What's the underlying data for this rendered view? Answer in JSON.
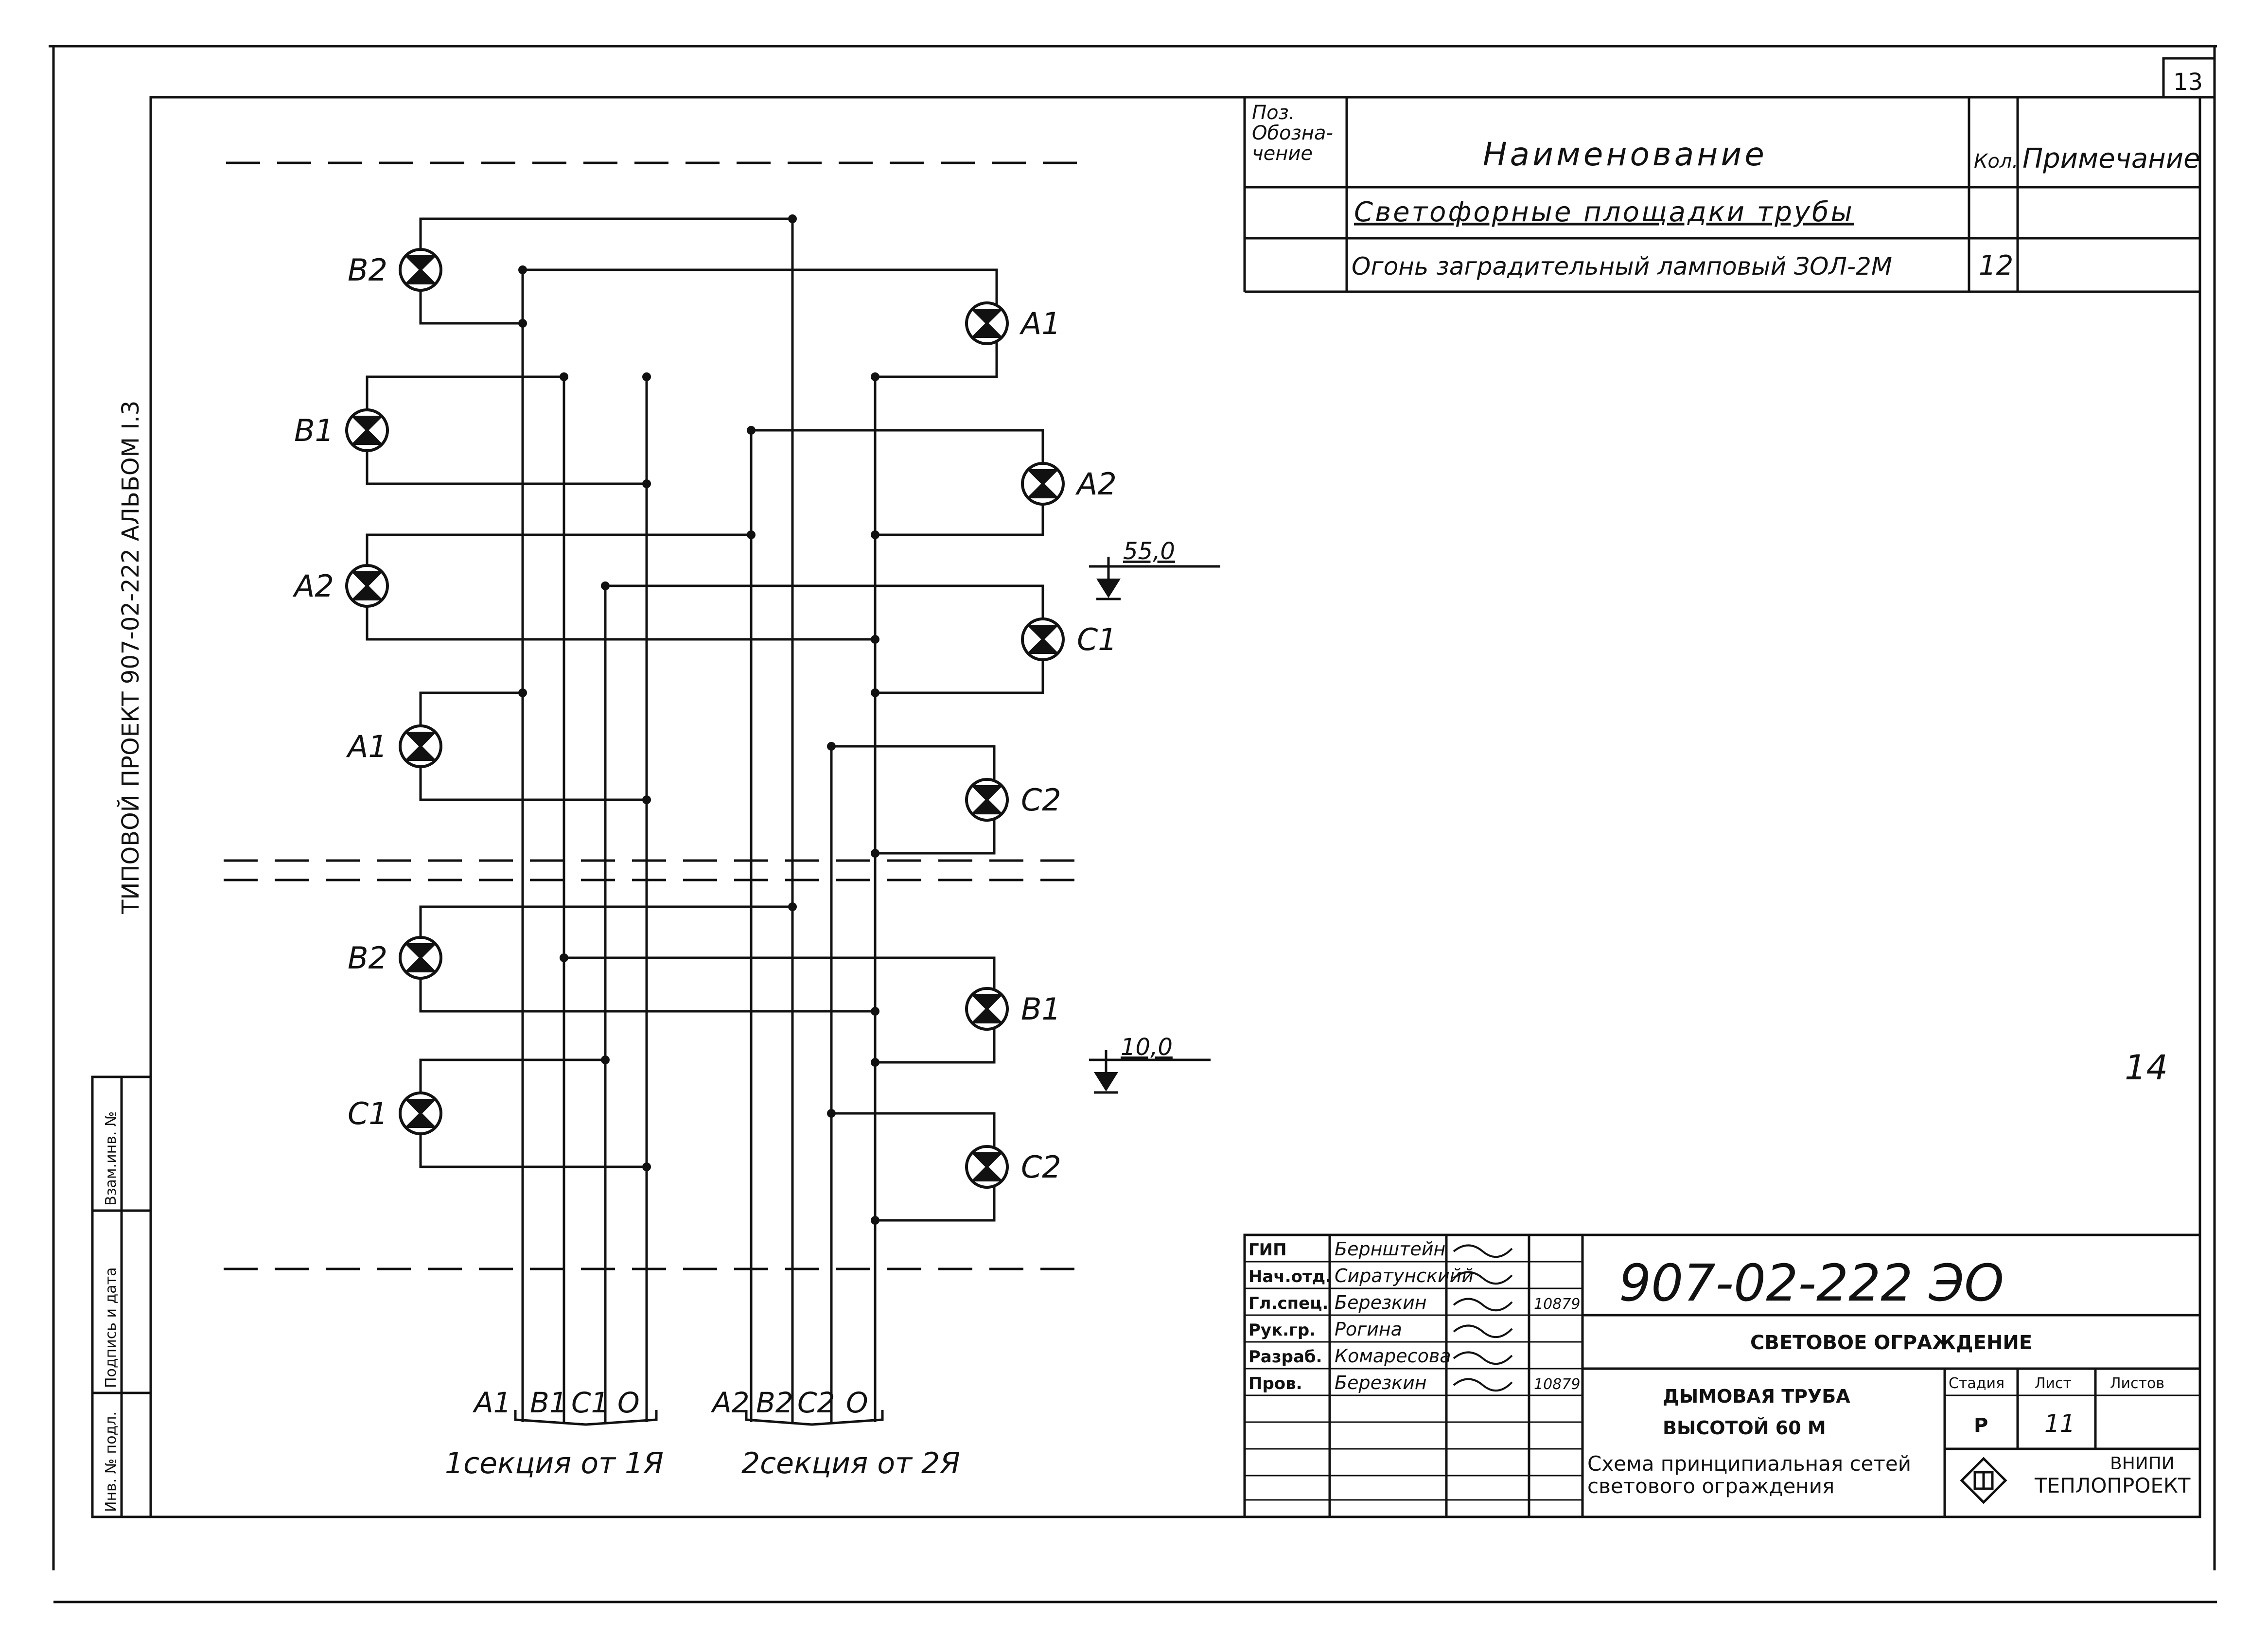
{
  "sheet": {
    "page_number": "13",
    "margin_mark": "14",
    "side_title": "ТИПОВОЙ ПРОЕКТ 907-02-222 АЛЬБОМ I.3",
    "side_stamp": [
      "Инв. № подл.",
      "Подпись и дата",
      "Взам.инв. №"
    ]
  },
  "spec_table": {
    "headers": {
      "pos": "Поз. Обозна- чение",
      "name": "Наименование",
      "qty": "Кол.",
      "note": "Примечание"
    },
    "rows": [
      {
        "name": "Светофорные площадки трубы",
        "qty": ""
      },
      {
        "name": "Огонь заградительный ламповый ЗОЛ-2М",
        "qty": "12"
      }
    ]
  },
  "diagram": {
    "lamps": [
      {
        "label": "B2"
      },
      {
        "label": "A1"
      },
      {
        "label": "B1"
      },
      {
        "label": "A2"
      },
      {
        "label": "A2"
      },
      {
        "label": "C1"
      },
      {
        "label": "A1"
      },
      {
        "label": "C2"
      },
      {
        "label": "B2"
      },
      {
        "label": "B1"
      },
      {
        "label": "C1"
      },
      {
        "label": "C2"
      }
    ],
    "levels": [
      "55,0",
      "10,0"
    ],
    "bus1_labels": [
      "A1",
      "B1",
      "C1",
      "O"
    ],
    "bus2_labels": [
      "A2",
      "B2",
      "C2",
      "O"
    ],
    "section1": "1секция от 1Я",
    "section2": "2секция от 2Я"
  },
  "title_block": {
    "roles": [
      "ГИП",
      "Нач.отд.",
      "Гл.спец.",
      "Рук.гр.",
      "Разраб.",
      "Пров."
    ],
    "names": [
      "Бернштейн",
      "Сиратунскийй",
      "Березкин",
      "Рогина",
      "Комаресова",
      "Березкин"
    ],
    "dates": [
      "",
      "",
      "10879",
      "",
      "",
      "10879"
    ],
    "doc_code": "907-02-222 ЭО",
    "title": "СВЕТОВОЕ ОГРАЖДЕНИЕ",
    "object_line1": "ДЫМОВАЯ ТРУБА",
    "object_line2": "ВЫСОТОЙ 60 М",
    "stage_header": "Стадия",
    "sheet_header": "Лист",
    "sheets_header": "Листов",
    "stage": "Р",
    "sheet_no": "11",
    "sheets_total": "",
    "description": "Схема принципиальная сетей светового ограждения",
    "org_line1": "ВНИПИ",
    "org_line2": "ТЕПЛОПРОЕКТ"
  }
}
